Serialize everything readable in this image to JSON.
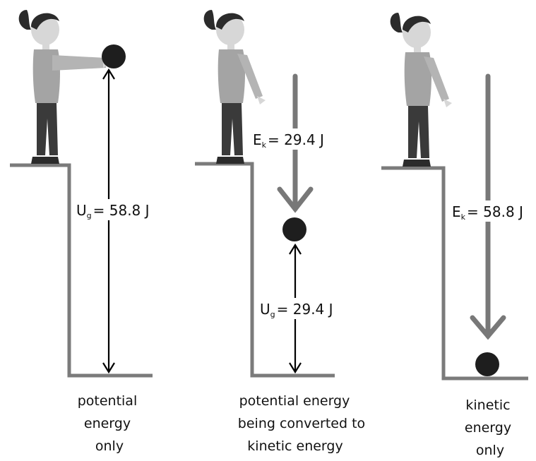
{
  "colors": {
    "ledge": "#7b7b7b",
    "hair": "#2b2b2b",
    "skin": "#d7d7d7",
    "shirt": "#a4a4a4",
    "pants": "#3a3a3a",
    "ball": "#1e1e1e",
    "arrow_gray": "#787878",
    "arrow_black": "#000000"
  },
  "panels": [
    {
      "label": {
        "symbol": "U",
        "sub": "g",
        "value": "= 58.8 J"
      },
      "caption": [
        "potential",
        "energy",
        "only"
      ]
    },
    {
      "label_top": {
        "symbol": "E",
        "sub": "k",
        "value": "= 29.4 J"
      },
      "label_bottom": {
        "symbol": "U",
        "sub": "g",
        "value": "= 29.4 J"
      },
      "caption": [
        "potential energy",
        "being converted to",
        "kinetic energy"
      ]
    },
    {
      "label": {
        "symbol": "E",
        "sub": "k",
        "value": "= 58.8 J"
      },
      "caption": [
        "kinetic",
        "energy",
        "only"
      ]
    }
  ]
}
